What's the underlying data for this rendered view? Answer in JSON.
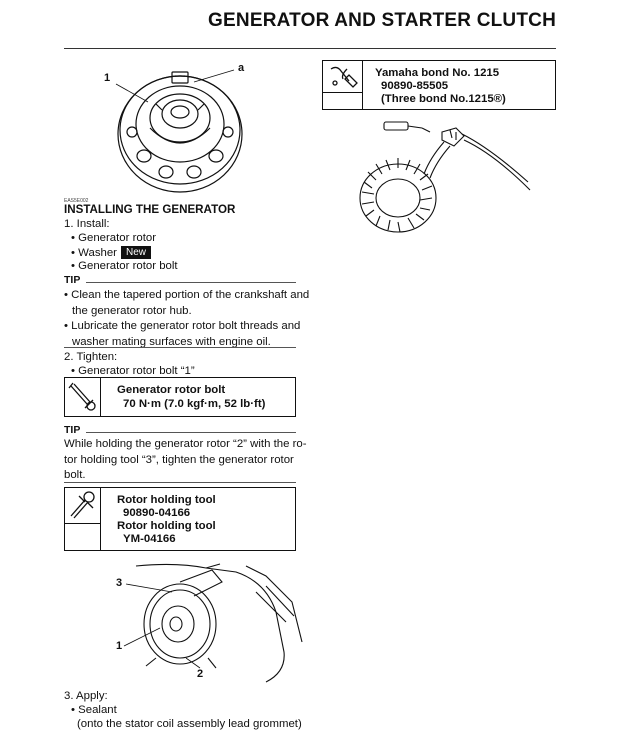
{
  "header": {
    "title": "GENERATOR AND STARTER CLUTCH"
  },
  "fig1": {
    "callout_1": "1",
    "callout_a": "a"
  },
  "section": {
    "code": "EAS5E002",
    "heading": "INSTALLING THE GENERATOR",
    "step1": {
      "label": "1. Install:",
      "items": [
        "• Generator rotor",
        "• Washer",
        "• Generator rotor bolt"
      ],
      "new_badge": "New"
    },
    "tip1": {
      "label": "TIP",
      "lines": [
        "• Clean the tapered portion of the crankshaft and",
        "the generator rotor hub.",
        "• Lubricate the generator rotor bolt threads and",
        "washer mating surfaces with engine oil."
      ]
    },
    "step2": {
      "label": "2. Tighten:",
      "items": [
        "• Generator rotor bolt “1”"
      ]
    },
    "torque_box": {
      "name": "Generator rotor bolt",
      "value": "70 N·m (7.0 kgf·m, 52 lb·ft)"
    },
    "tip2": {
      "label": "TIP",
      "lines": [
        "While holding the generator rotor “2” with the ro-",
        "tor holding tool “3”, tighten the generator rotor",
        "bolt."
      ]
    },
    "tool_box": {
      "lines": [
        "Rotor holding tool",
        "90890-04166",
        "Rotor holding tool",
        "YM-04166"
      ]
    },
    "fig2": {
      "callout_3": "3",
      "callout_1": "1",
      "callout_2": "2"
    },
    "step3": {
      "label": "3. Apply:",
      "items": [
        "• Sealant",
        "(onto the stator coil assembly lead grommet)"
      ]
    }
  },
  "bond_box": {
    "lines": [
      "Yamaha bond No. 1215",
      "90890-85505",
      "(Three bond No.1215®)"
    ]
  }
}
